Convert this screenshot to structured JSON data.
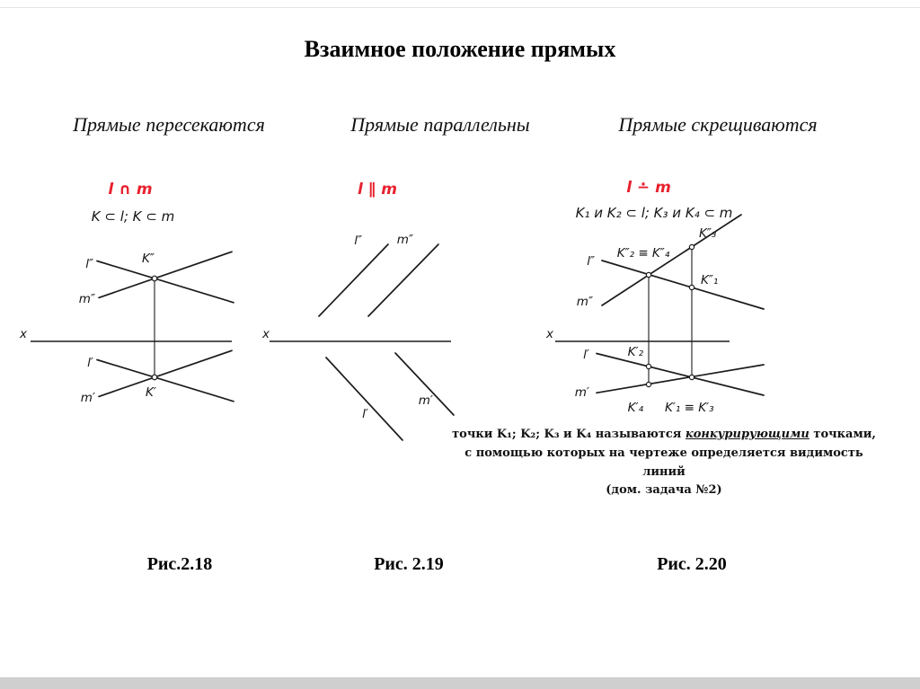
{
  "title": "Взаимное положение прямых",
  "columns": [
    {
      "header": "Прямые пересекаются",
      "caption": "Рис.2.18"
    },
    {
      "header": "Прямые параллельны",
      "caption": "Рис. 2.19"
    },
    {
      "header": "Прямые скрещиваются",
      "caption": "Рис. 2.20"
    }
  ],
  "fig1": {
    "formula_red": "l ∩ m",
    "formula_black": "K ⊂ l; K ⊂ m",
    "axis": "x",
    "l2": "l″",
    "m2": "m″",
    "k2": "K″",
    "l1": "l′",
    "m1": "m′",
    "k1": "K′"
  },
  "fig2": {
    "formula_red": "l ∥ m",
    "axis": "x",
    "l2": "l″",
    "m2": "m″",
    "l1": "l′",
    "m1": "m′"
  },
  "fig3": {
    "formula_red": "l ∸ m",
    "formula_black": "K₁ и K₂ ⊂ l;  K₃ и K₄ ⊂ m",
    "axis": "x",
    "l2": "l″",
    "m2": "m″",
    "k24": "K″₂ ≡ K″₄",
    "k3": "K″₃",
    "k1": "K″₁",
    "l1": "l′",
    "m1": "m′",
    "kp2": "K′₂",
    "kp4": "K′₄",
    "kp13": "K′₁ ≡ K′₃",
    "note_pre": "точки K₁; K₂; K₃ и K₄ называются ",
    "note_underline": "конкурирующими",
    "note_post": " точками,",
    "note_line2": "с помощью которых на чертеже определяется видимость линий",
    "note_line3": "(дом. задача №2)"
  },
  "colors": {
    "formula_red": "#e8212e",
    "ink": "#1c1c1c",
    "footer": "#cfcfcf"
  }
}
